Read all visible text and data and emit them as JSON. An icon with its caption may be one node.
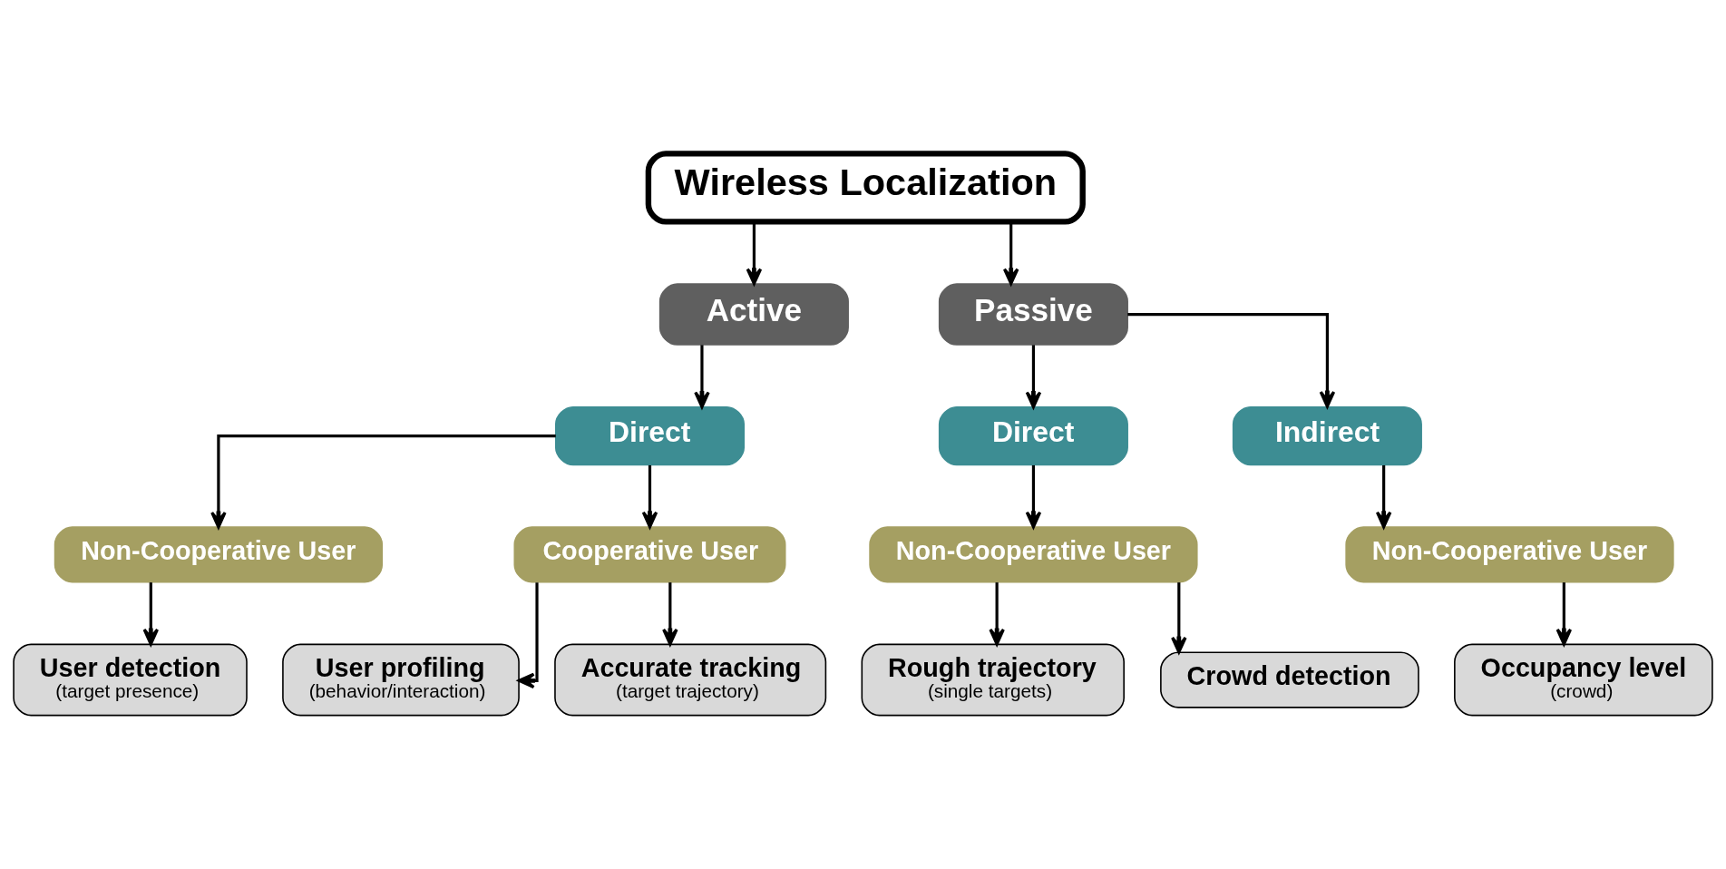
{
  "diagram": {
    "nodes": [
      {
        "text": [
          "Wireless Localization"
        ]
      },
      {
        "text": [
          "Active"
        ]
      },
      {
        "text": [
          "Passive"
        ]
      },
      {
        "text": [
          "Direct"
        ]
      },
      {
        "text": [
          "Direct"
        ]
      },
      {
        "text": [
          "Indirect"
        ]
      },
      {
        "text": [
          "Non-Cooperative User"
        ]
      },
      {
        "text": [
          "Cooperative User"
        ]
      },
      {
        "text": [
          "Non-Cooperative User"
        ]
      },
      {
        "text": [
          "Non-Cooperative User"
        ]
      },
      {
        "text": [
          "User detection",
          "(target presence)"
        ]
      },
      {
        "text": [
          "User profiling",
          "(behavior/interaction)"
        ]
      },
      {
        "text": [
          "Accurate tracking",
          "(target trajectory)"
        ]
      },
      {
        "text": [
          "Rough trajectory",
          "(single targets)"
        ]
      },
      {
        "text": [
          "Crowd detection"
        ]
      },
      {
        "text": [
          "Occupancy level",
          "(crowd)"
        ]
      }
    ],
    "edges": [
      {
        "from": 0,
        "to": 1,
        "arrow": "to"
      },
      {
        "from": 0,
        "to": 2,
        "arrow": "to"
      },
      {
        "from": 1,
        "to": 3,
        "arrow": "to"
      },
      {
        "from": 2,
        "to": 4,
        "arrow": "to"
      },
      {
        "from": 2,
        "to": 5,
        "arrow": "to"
      },
      {
        "from": 3,
        "to": 6,
        "arrow": "to"
      },
      {
        "from": 3,
        "to": 7,
        "arrow": "to"
      },
      {
        "from": 4,
        "to": 8,
        "arrow": "to"
      },
      {
        "from": 5,
        "to": 9,
        "arrow": "to"
      },
      {
        "from": 6,
        "to": 10,
        "arrow": "to"
      },
      {
        "from": 7,
        "to": 11,
        "arrow": "to"
      },
      {
        "from": 7,
        "to": 12,
        "arrow": "to"
      },
      {
        "from": 8,
        "to": 13,
        "arrow": "to"
      },
      {
        "from": 8,
        "to": 14,
        "arrow": "to"
      },
      {
        "from": 9,
        "to": 15,
        "arrow": "to"
      }
    ]
  }
}
